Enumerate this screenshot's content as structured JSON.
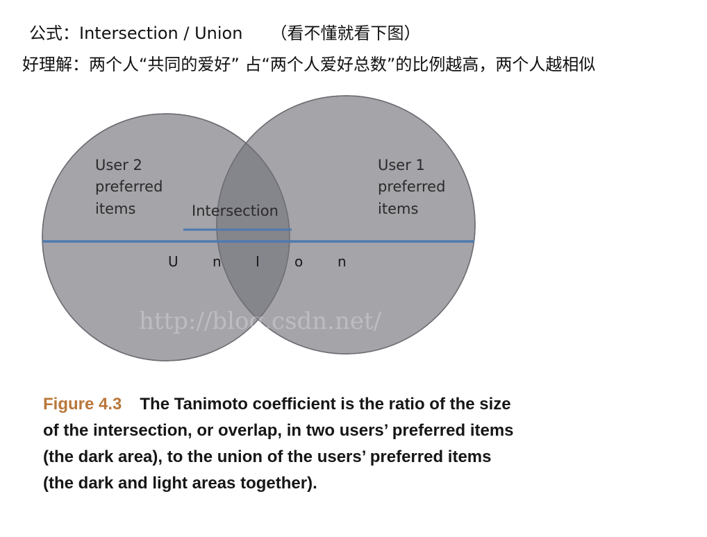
{
  "header": {
    "formula_label": "公式：",
    "formula": "Intersection / Union",
    "hint": "（看不懂就看下图）",
    "explanation": "好理解：两个人“共同的爱好” 占“两个人爱好总数”的比例越高，两个人越相似"
  },
  "diagram": {
    "left_set_label": [
      "User 2",
      "preferred",
      "items"
    ],
    "right_set_label": [
      "User 1",
      "preferred",
      "items"
    ],
    "intersection_label": "Intersection",
    "union_letters": [
      "U",
      "n",
      "I",
      "o",
      "n"
    ],
    "watermark": "http://blog.csdn.net/",
    "colors": {
      "circle_fill": "#a4a4a9",
      "intersection_fill": "#85858c",
      "circle_stroke": "#6c6c72",
      "divider_line": "#4f79b0"
    }
  },
  "caption": {
    "figure_label": "Figure 4.3",
    "text": "The Tanimoto coefficient is the ratio of the size of the intersection, or overlap, in two users’ preferred items (the dark area), to the union of the users’ preferred items (the dark and light areas together)."
  }
}
